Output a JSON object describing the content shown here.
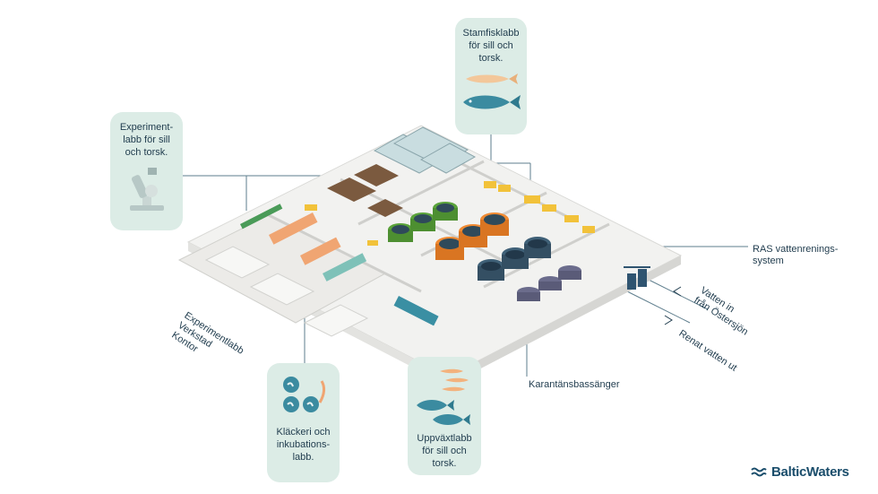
{
  "labels": {
    "experiment_lab": "Experiment-\nlabb för sill\noch torsk.",
    "broodstock_lab": "Stamfisklabb\nför sill och\ntorsk.",
    "ras": "RAS vattenrenings-\nsystem",
    "water_in": "Vatten in\nfrån Östersjön",
    "water_out": "Renat vatten ut",
    "quarantine": "Karantänsbassänger",
    "growout_lab": "Uppväxtlabb\nför sill och\ntorsk.",
    "hatchery": "Kläckeri och\ninkubations-\nlabb.",
    "side_labels": "Experimentlabb\nVerkstad\nKontor"
  },
  "brand": {
    "name": "BalticWaters"
  },
  "icons": [
    "microscope-icon",
    "herring-icon",
    "cod-icon",
    "fish-egg-icon",
    "larva-icon",
    "brand-wave-icon"
  ],
  "colors": {
    "card": "#dcece6",
    "text": "#1f3b4d",
    "brand": "#1a4d6b",
    "line": "#5d7d8c"
  }
}
